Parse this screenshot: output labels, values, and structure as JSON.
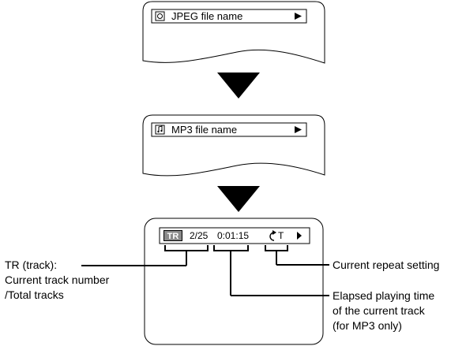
{
  "screen1": {
    "file_label": "JPEG file name",
    "icon": "picture-file-icon",
    "arrow": "play-arrow-icon"
  },
  "screen2": {
    "file_label": "MP3 file name",
    "icon": "music-file-icon",
    "arrow": "play-arrow-icon"
  },
  "screen3": {
    "track_badge": "TR",
    "track_count": "2/25",
    "elapsed_time": "0:01:15",
    "repeat_label": "T",
    "repeat_icon": "repeat-icon",
    "arrow": "play-arrow-icon"
  },
  "callouts": {
    "track_line1": "TR (track):",
    "track_line2": "Current track number",
    "track_line3": "/Total tracks",
    "repeat": "Current repeat setting",
    "elapsed_line1": "Elapsed playing time",
    "elapsed_line2": "of the current track",
    "elapsed_line3": "(for MP3 only)"
  }
}
